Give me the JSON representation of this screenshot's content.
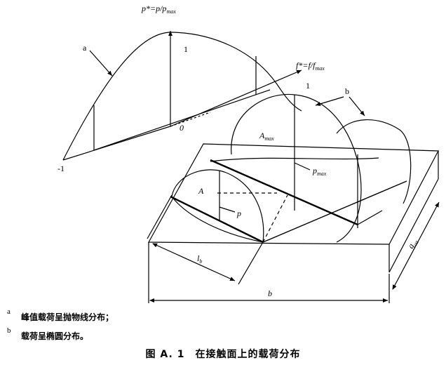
{
  "labels": {
    "p_star": "p*",
    "p_eq": "=p/p",
    "p_sub": "max",
    "f_star": "f*",
    "f_eq": "=f/f",
    "f_sub": "max",
    "one_vertical": "1",
    "one_horizontal": "1",
    "zero": "0",
    "minus_one": "-1",
    "a": "a",
    "b_top": "b",
    "A_max": "A",
    "A_max_sub": "max",
    "p_max": "p",
    "p_max_sub": "max",
    "A": "A",
    "p": "p",
    "l_b": "l",
    "l_b_sub": "b",
    "b_dim": "b",
    "g": "g",
    "g_sub": "va"
  },
  "notes": [
    {
      "key": "a",
      "text": "峰值载荷呈抛物线分布；"
    },
    {
      "key": "b",
      "text": "载荷呈椭圆分布。"
    }
  ],
  "caption": "图 A. 1　在接触面上的载荷分布"
}
